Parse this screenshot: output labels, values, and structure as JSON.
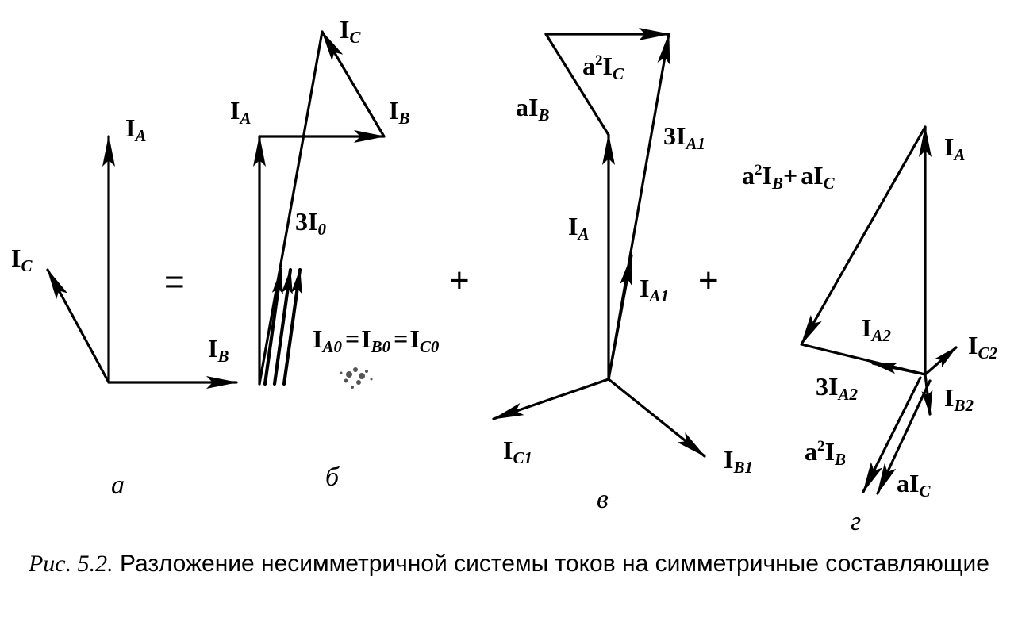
{
  "figure": {
    "panels": {
      "a": {
        "letter": "а",
        "labels": {
          "ia": "A",
          "ib": "B",
          "ic": "C"
        },
        "op": "="
      },
      "b": {
        "letter": "б",
        "labels": {
          "ia": "A",
          "ib": "B",
          "ic": "C",
          "three_i0_coef": "3",
          "three_i0_sub": "0"
        },
        "equality": {
          "s1": "A0",
          "eq": "=",
          "s2": "B0",
          "s3": "C0"
        },
        "op": "+"
      },
      "v": {
        "letter": "в",
        "labels": {
          "aib_a": "a",
          "aib_sub": "B",
          "a2ic_a": "a",
          "a2ic_sup": "2",
          "a2ic_sub": "C",
          "three_ia1_coef": "3",
          "three_ia1_sub": "A1",
          "ia_sub": "A",
          "ia1_sub": "A1",
          "ic1_sub": "C1",
          "ib1_sub": "B1"
        },
        "op": "+"
      },
      "g": {
        "letter": "г",
        "labels": {
          "sum_a": "a",
          "sum_sup": "2",
          "sum_sub1": "B",
          "sum_plus": "+",
          "sum_a2": "a",
          "sum_sub2": "C",
          "ia_sub": "A",
          "ia2_sub": "A2",
          "ic2_sub": "C2",
          "three_ia2_coef": "3",
          "three_ia2_sub": "A2",
          "ib2_sub": "B2",
          "a2ib_a": "a",
          "a2ib_sup": "2",
          "a2ib_sub": "B",
          "aic_a": "a",
          "aic_sub": "C"
        }
      }
    },
    "symbol": "I"
  },
  "caption": {
    "number": "Рис. 5.2.",
    "text": "Разложение несимметричной системы токов на симметричные составляющие"
  }
}
